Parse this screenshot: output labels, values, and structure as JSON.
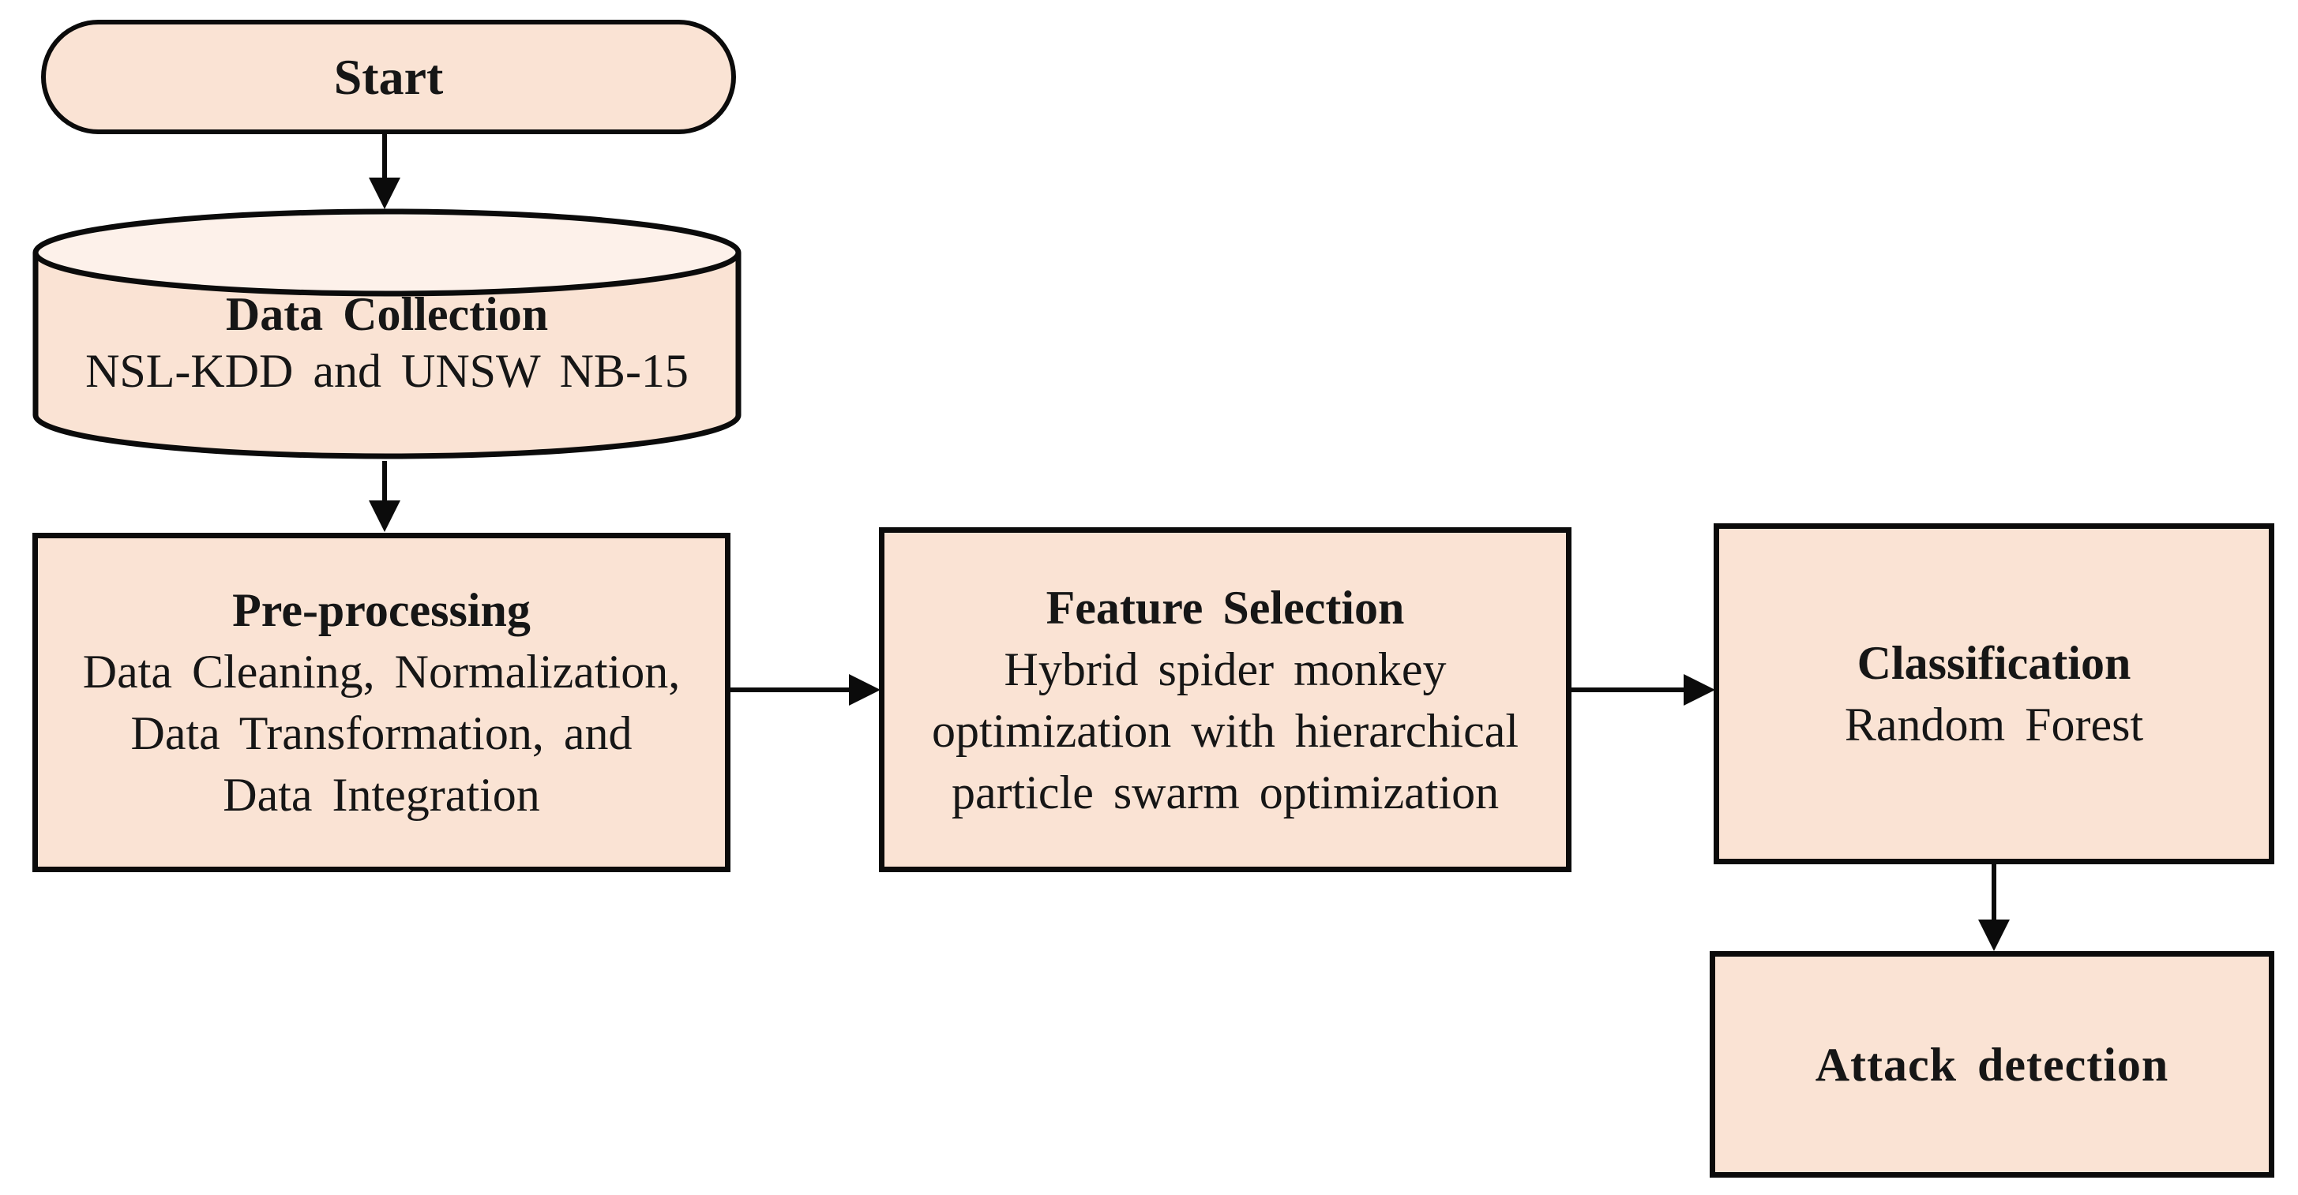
{
  "diagram": {
    "type": "flowchart",
    "background": "#ffffff",
    "colors": {
      "node_fill": "#fae3d4",
      "cylinder_top_fill": "#fdf1ea",
      "border": "#0b0b0b",
      "text": "#161616"
    },
    "nodes": {
      "start": {
        "shape": "stadium",
        "label": "Start"
      },
      "data_collection": {
        "shape": "cylinder",
        "title": "Data Collection",
        "subtitle": "NSL-KDD and UNSW NB-15"
      },
      "pre_processing": {
        "shape": "rectangle",
        "title": "Pre-processing",
        "lines": [
          "Data Cleaning, Normalization,",
          "Data Transformation, and",
          "Data Integration"
        ]
      },
      "feature_selection": {
        "shape": "rectangle",
        "title": "Feature Selection",
        "lines": [
          "Hybrid spider monkey",
          "optimization with hierarchical",
          "particle swarm optimization"
        ]
      },
      "classification": {
        "shape": "rectangle",
        "title": "Classification",
        "subtitle": "Random Forest"
      },
      "attack_detection": {
        "shape": "rectangle",
        "title": "Attack detection"
      }
    },
    "edges": [
      {
        "from": "start",
        "to": "data_collection",
        "direction": "down"
      },
      {
        "from": "data_collection",
        "to": "pre_processing",
        "direction": "down"
      },
      {
        "from": "pre_processing",
        "to": "feature_selection",
        "direction": "right"
      },
      {
        "from": "feature_selection",
        "to": "classification",
        "direction": "right"
      },
      {
        "from": "classification",
        "to": "attack_detection",
        "direction": "down"
      }
    ]
  }
}
